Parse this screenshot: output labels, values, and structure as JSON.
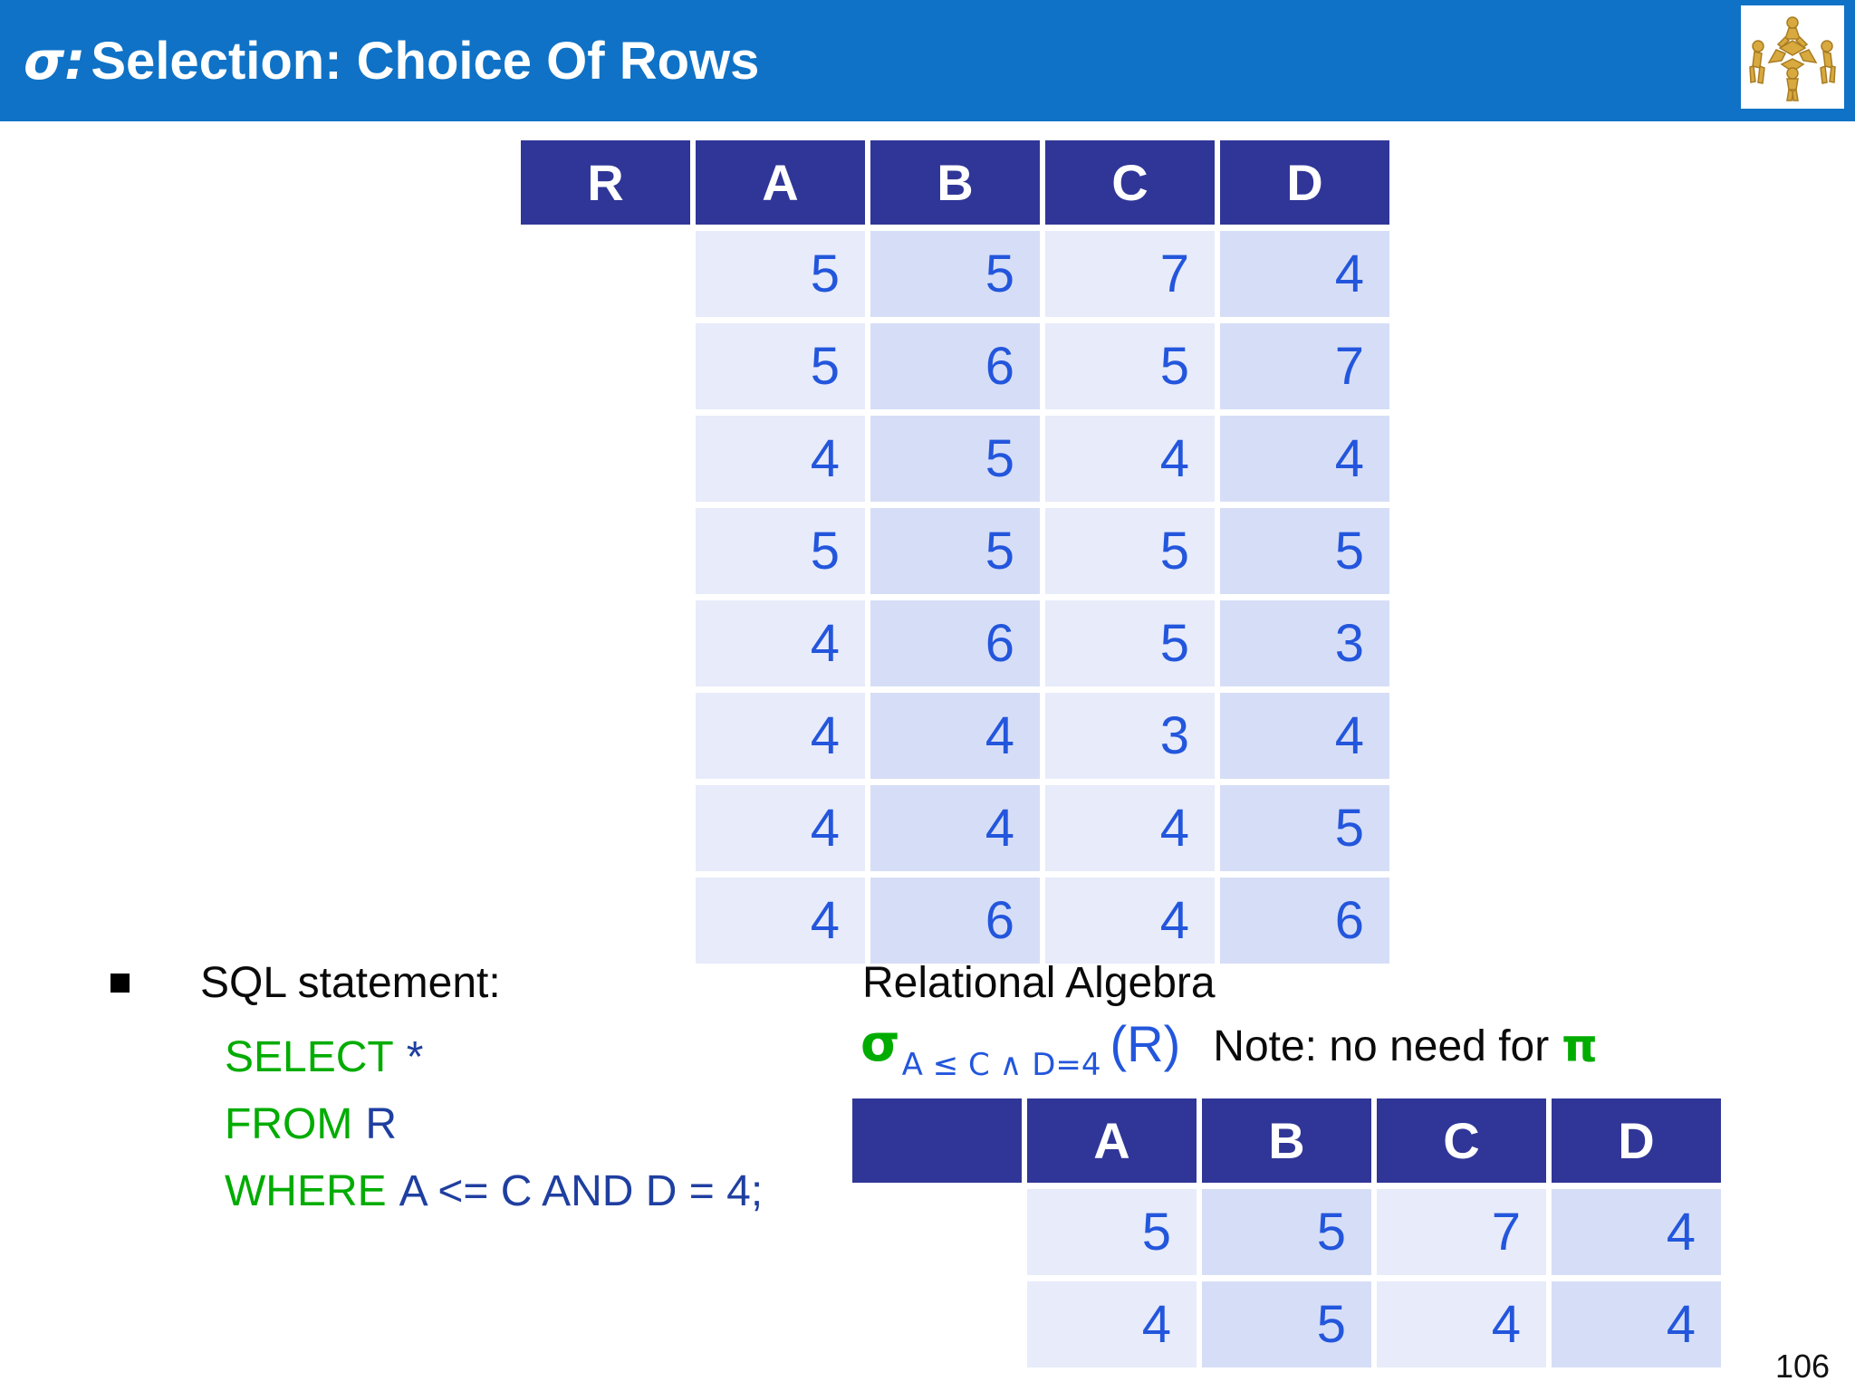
{
  "title": {
    "sigma_prefix": "σ:",
    "text": "Selection: Choice Of Rows"
  },
  "main_table": {
    "headers": [
      "R",
      "A",
      "B",
      "C",
      "D"
    ],
    "rows": [
      [
        "5",
        "5",
        "7",
        "4"
      ],
      [
        "5",
        "6",
        "5",
        "7"
      ],
      [
        "4",
        "5",
        "4",
        "4"
      ],
      [
        "5",
        "5",
        "5",
        "5"
      ],
      [
        "4",
        "6",
        "5",
        "3"
      ],
      [
        "4",
        "4",
        "3",
        "4"
      ],
      [
        "4",
        "4",
        "4",
        "5"
      ],
      [
        "4",
        "6",
        "4",
        "6"
      ]
    ]
  },
  "sql": {
    "heading": "SQL statement:",
    "lines": [
      {
        "keyword": "SELECT",
        "code": "*"
      },
      {
        "keyword": "FROM",
        "code": "R"
      },
      {
        "keyword": "WHERE",
        "code": "A <= C AND D = 4;"
      }
    ]
  },
  "algebra": {
    "heading": "Relational Algebra",
    "sigma": "σ",
    "subscript": "A ≤ C ∧ D=4",
    "operand": "(R)",
    "note_prefix": "Note: no need for",
    "note_pi": "π"
  },
  "result_table": {
    "headers": [
      "",
      "A",
      "B",
      "C",
      "D"
    ],
    "rows": [
      [
        "5",
        "5",
        "7",
        "4"
      ],
      [
        "4",
        "5",
        "4",
        "4"
      ]
    ]
  },
  "page_number": "106",
  "colors": {
    "title_bar": "#0f72c6",
    "table_header": "#303697",
    "cell_light": "#e7ebfa",
    "cell_mid": "#d6def7",
    "number_blue": "#2356dc",
    "code_blue": "#1f3fa0",
    "keyword_green": "#00ac00",
    "logo_gold": "#d8a93f"
  }
}
